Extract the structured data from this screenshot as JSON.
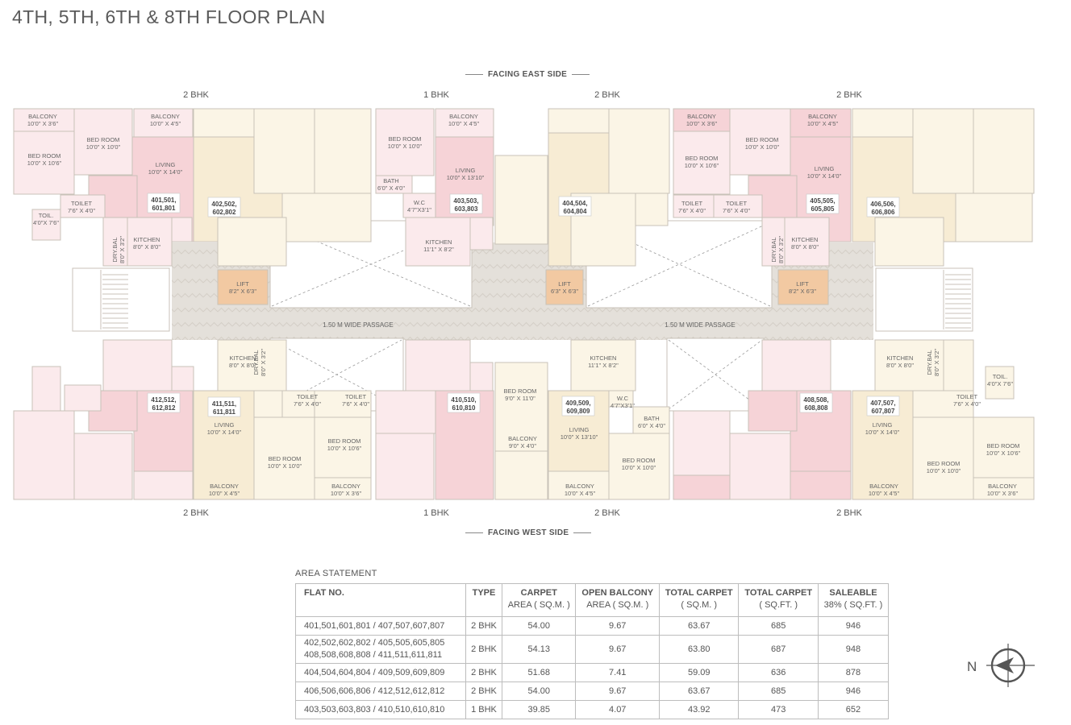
{
  "title": "4TH, 5TH, 6TH & 8TH FLOOR PLAN",
  "facing_top": "FACING EAST SIDE",
  "facing_bottom": "FACING WEST SIDE",
  "bhk_top": [
    "2 BHK",
    "1 BHK",
    "2 BHK",
    "2 BHK"
  ],
  "bhk_bottom": [
    "2 BHK",
    "1 BHK",
    "2 BHK",
    "2 BHK"
  ],
  "passage_left": "1.50 M WIDE PASSAGE",
  "passage_right": "1.50 M WIDE PASSAGE",
  "colors": {
    "pink": "#f6d3d7",
    "lightpink": "#fbeaec",
    "beige": "#f7ecd4",
    "cream": "#fbf5e6",
    "lift": "#f2c9a2",
    "corridor": "#e5e1db",
    "wall": "#c8c2b8"
  },
  "rooms": [
    {
      "n": "BALCONY",
      "d": "10'0\" X 3'6\""
    },
    {
      "n": "BED ROOM",
      "d": "10'0\" X 10'6\""
    },
    {
      "n": "BED ROOM",
      "d": "10'0\" X 10'0\""
    },
    {
      "n": "BALCONY",
      "d": "10'0\" X 4'5\""
    },
    {
      "n": "LIVING",
      "d": "10'0\" X 14'0\""
    },
    {
      "n": "TOILET",
      "d": "7'6\" X 4'0\""
    },
    {
      "n": "TOIL.",
      "d": "4'0\"X 7'6\""
    },
    {
      "n": "KITCHEN",
      "d": "8'0\" X 8'0\""
    },
    {
      "n": "DRY.BAL",
      "d": "8'0\" X 3'2\""
    },
    {
      "n": "BED ROOM",
      "d": "10'0\" X 10'0\""
    },
    {
      "n": "BALCONY",
      "d": "10'0\" X 4'5\""
    },
    {
      "n": "LIVING",
      "d": "10'0\" X 13'10\""
    },
    {
      "n": "BATH",
      "d": "6'0\" X 4'0\""
    },
    {
      "n": "W.C",
      "d": "4'7\"X3'1\""
    },
    {
      "n": "KITCHEN",
      "d": "11'1\" X 8'2\""
    },
    {
      "n": "BALCONY",
      "d": "10'0\" X 3'6\""
    },
    {
      "n": "BED ROOM",
      "d": "10'0\" X 10'6\""
    },
    {
      "n": "BED ROOM",
      "d": "10'0\" X 10'0\""
    },
    {
      "n": "BALCONY",
      "d": "10'0\" X 4'5\""
    },
    {
      "n": "LIVING",
      "d": "10'0\" X 14'0\""
    },
    {
      "n": "TOILET",
      "d": "7'6\" X 4'0\""
    },
    {
      "n": "TOILET",
      "d": "7'6\" X 4'0\""
    },
    {
      "n": "KITCHEN",
      "d": "8'0\" X 8'0\""
    },
    {
      "n": "DRY.BAL",
      "d": "8'0\" X 3'2\""
    },
    {
      "n": "LIFT",
      "d": "8'2\" X 6'3\""
    },
    {
      "n": "LIFT",
      "d": "6'3\" X 6'3\""
    },
    {
      "n": "LIFT",
      "d": "8'2\" X 6'3\""
    },
    {
      "n": "KITCHEN",
      "d": "8'0\" X 8'0\""
    },
    {
      "n": "DRY.BAL",
      "d": "8'0\" X 3'2\""
    },
    {
      "n": "LIVING",
      "d": "10'0\" X 14'0\""
    },
    {
      "n": "TOILET",
      "d": "7'6\" X 4'0\""
    },
    {
      "n": "TOILET",
      "d": "7'6\" X 4'0\""
    },
    {
      "n": "BED ROOM",
      "d": "10'0\" X 10'0\""
    },
    {
      "n": "BED ROOM",
      "d": "10'0\" X 10'6\""
    },
    {
      "n": "BALCONY",
      "d": "10'0\" X 4'5\""
    },
    {
      "n": "BALCONY",
      "d": "10'0\" X 3'6\""
    },
    {
      "n": "BED ROOM",
      "d": "9'0\" X 11'0\""
    },
    {
      "n": "BALCONY",
      "d": "9'0\" X 4'0\""
    },
    {
      "n": "KITCHEN",
      "d": "11'1\" X 8'2\""
    },
    {
      "n": "LIVING",
      "d": "10'0\" X 13'10\""
    },
    {
      "n": "W.C",
      "d": "4'7\"X3'1\""
    },
    {
      "n": "BATH",
      "d": "6'0\" X 4'0\""
    },
    {
      "n": "BED ROOM",
      "d": "10'0\" X 10'0\""
    },
    {
      "n": "BALCONY",
      "d": "10'0\" X 4'5\""
    },
    {
      "n": "KITCHEN",
      "d": "8'0\" X 8'0\""
    },
    {
      "n": "DRY.BAL",
      "d": "8'0\" X 3'2\""
    },
    {
      "n": "TOIL.",
      "d": "4'0\"X 7'6\""
    },
    {
      "n": "TOILET",
      "d": "7'6\" X 4'0\""
    },
    {
      "n": "LIVING",
      "d": "10'0\" X 14'0\""
    },
    {
      "n": "BED ROOM",
      "d": "10'0\" X 10'6\""
    },
    {
      "n": "BED ROOM",
      "d": "10'0\" X 10'0\""
    },
    {
      "n": "BALCONY",
      "d": "10'0\" X 4'5\""
    },
    {
      "n": "BALCONY",
      "d": "10'0\" X 3'6\""
    }
  ],
  "flat_labels": [
    [
      "401,501,",
      "601,801"
    ],
    [
      "402,502,",
      "602,802"
    ],
    [
      "403,503,",
      "603,803"
    ],
    [
      "404,504,",
      "604,804"
    ],
    [
      "405,505,",
      "605,805"
    ],
    [
      "406,506,",
      "606,806"
    ],
    [
      "412,512,",
      "612,812"
    ],
    [
      "411,511,",
      "611,811"
    ],
    [
      "410,510,",
      "610,810"
    ],
    [
      "409,509,",
      "609,809"
    ],
    [
      "408,508,",
      "608,808"
    ],
    [
      "407,507,",
      "607,807"
    ]
  ],
  "area_statement": {
    "title": "AREA STATEMENT",
    "headers": [
      {
        "main": "FLAT NO.",
        "sub": ""
      },
      {
        "main": "TYPE",
        "sub": ""
      },
      {
        "main": "CARPET",
        "sub": "AREA ( SQ.M. )"
      },
      {
        "main": "OPEN BALCONY",
        "sub": "AREA ( SQ.M. )"
      },
      {
        "main": "TOTAL CARPET",
        "sub": "( SQ.M. )"
      },
      {
        "main": "TOTAL CARPET",
        "sub": "( SQ.FT. )"
      },
      {
        "main": "SALEABLE",
        "sub": "38% ( SQ.FT. )"
      }
    ],
    "rows": [
      {
        "flats": "401,501,601,801 / 407,507,607,807",
        "type": "2 BHK",
        "carpet": "54.00",
        "balcony": "9.67",
        "total_sqm": "63.67",
        "total_sqft": "685",
        "saleable": "946"
      },
      {
        "flats": "402,502,602,802 / 405,505,605,805\n408,508,608,808 / 411,511,611,811",
        "type": "2 BHK",
        "carpet": "54.13",
        "balcony": "9.67",
        "total_sqm": "63.80",
        "total_sqft": "687",
        "saleable": "948"
      },
      {
        "flats": "404,504,604,804 / 409,509,609,809",
        "type": "2 BHK",
        "carpet": "51.68",
        "balcony": "7.41",
        "total_sqm": "59.09",
        "total_sqft": "636",
        "saleable": "878"
      },
      {
        "flats": "406,506,606,806 / 412,512,612,812",
        "type": "2 BHK",
        "carpet": "54.00",
        "balcony": "9.67",
        "total_sqm": "63.67",
        "total_sqft": "685",
        "saleable": "946"
      },
      {
        "flats": "403,503,603,803 / 410,510,610,810",
        "type": "1 BHK",
        "carpet": "39.85",
        "balcony": "4.07",
        "total_sqm": "43.92",
        "total_sqft": "473",
        "saleable": "652"
      }
    ]
  },
  "compass_label": "N"
}
